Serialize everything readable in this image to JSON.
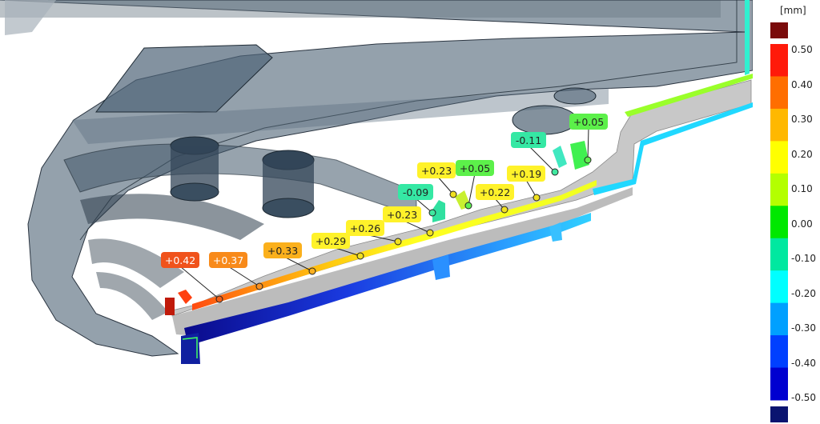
{
  "legend": {
    "unit": "[mm]",
    "ticks": [
      "0.50",
      "0.40",
      "0.30",
      "0.20",
      "0.10",
      "0.00",
      "-0.10",
      "-0.20",
      "-0.30",
      "-0.40",
      "-0.50"
    ],
    "colors": {
      "over_max": "#7a0b0b",
      "under_min": "#0a1470",
      "stops": [
        "#ff1a0a",
        "#ff6e00",
        "#ffb800",
        "#ffff00",
        "#b4ff00",
        "#00e800",
        "#00e8a0",
        "#00ffff",
        "#00a0ff",
        "#0040ff",
        "#0000d0"
      ]
    }
  },
  "deviations": [
    {
      "label": "+0.42",
      "color": "#f0531c"
    },
    {
      "label": "+0.37",
      "color": "#f88a1a"
    },
    {
      "label": "+0.33",
      "color": "#fbb01c"
    },
    {
      "label": "+0.29",
      "color": "#fff22a"
    },
    {
      "label": "+0.26",
      "color": "#fff22a"
    },
    {
      "label": "+0.23",
      "color": "#fff22a"
    },
    {
      "label": "+0.23",
      "color": "#fff22a"
    },
    {
      "label": "-0.09",
      "color": "#35e8a4"
    },
    {
      "label": "+0.05",
      "color": "#5cf04a"
    },
    {
      "label": "+0.22",
      "color": "#fff22a"
    },
    {
      "label": "+0.19",
      "color": "#fff22a"
    },
    {
      "label": "-0.11",
      "color": "#35e8a4"
    },
    {
      "label": "+0.05",
      "color": "#5cf04a"
    }
  ]
}
